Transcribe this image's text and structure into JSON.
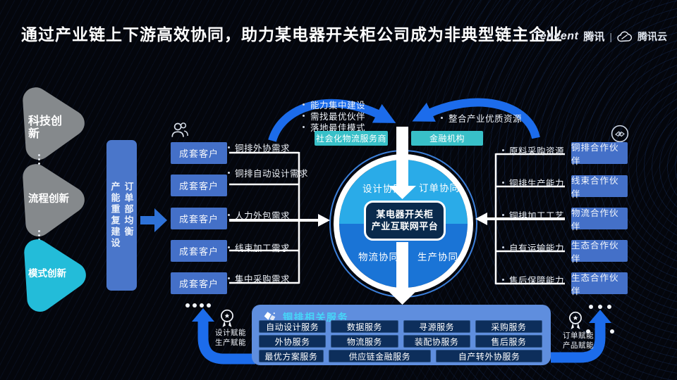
{
  "title": "通过产业链上下游高效协同，助力某电器开关柜公司成为非典型链主企业",
  "brand": {
    "tencent_en": "Tencent",
    "tencent_cn": "腾讯",
    "divider": "|",
    "cloud": "腾讯云"
  },
  "innovation_blobs": [
    {
      "label": "科技创新"
    },
    {
      "label": "流程创新"
    },
    {
      "label": "模式创新"
    }
  ],
  "pain_bar": {
    "line1": "订单部均衡",
    "line2": "产能重复建设"
  },
  "customers": {
    "box_label": "成套客户",
    "needs": [
      "铜排外协需求",
      "铜排自动设计需求",
      "人力外包需求",
      "线束加工需求",
      "集中采购需求"
    ]
  },
  "top_annotations": {
    "bullets": [
      "能力集中建设",
      "需找最优伙伴",
      "落地最佳模式"
    ],
    "right_bullet": "整合产业优质资源",
    "providers": [
      "社会化物流服务商",
      "金融机构"
    ]
  },
  "platform": {
    "quadrants": [
      "设计协同",
      "订单协同",
      "物流协同",
      "生产协同"
    ],
    "center_line1": "某电器开关柜",
    "center_line2": "产业互联网平台"
  },
  "partners": {
    "capabilities": [
      "原料采购资源",
      "铜排生产能力",
      "铜排加工工艺",
      "自有运输能力",
      "售后保障能力"
    ],
    "boxes": [
      "铜排合作伙伴",
      "线束合作伙伴",
      "物流合作伙伴",
      "生态合作伙伴",
      "生态合作伙伴"
    ]
  },
  "services": {
    "header": "铜排相关服务",
    "row1": [
      "自动设计服务",
      "数据服务",
      "寻源服务",
      "采购服务"
    ],
    "row2": [
      "外协服务",
      "物流服务",
      "装配协服务",
      "售后服务"
    ],
    "row3": [
      "最优方案服务",
      "供应链金融服务",
      "自产转外协服务"
    ]
  },
  "empowerment": {
    "left": [
      "设计赋能",
      "生产赋能"
    ],
    "right": [
      "订单赋能",
      "产品赋能"
    ]
  },
  "colors": {
    "accent_blue": "#1c6ceb",
    "box_blue": "#4470c8",
    "teal": "#38c0c8",
    "circle_top": "#2aabe8",
    "circle_bottom": "#1a74d6",
    "panel_blue": "#5f8ede",
    "service_box": "#0d2e5b",
    "header_cyan": "#46d6f8"
  }
}
